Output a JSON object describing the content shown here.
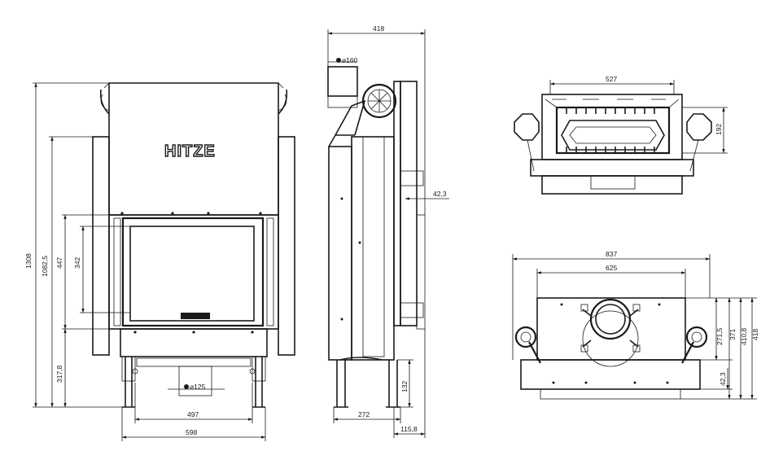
{
  "brand": "HITZE",
  "dimensions": {
    "front_total_height": "1308",
    "front_height_2": "1082,5",
    "front_height_3": "447",
    "front_glass_height": "342",
    "front_base_height": "317,8",
    "front_inner_width": "497",
    "front_total_width": "598",
    "front_flue": "⌀125",
    "side_total_depth": "418",
    "side_flue": "⌀160",
    "side_offset": "42,3",
    "side_depth_272": "272",
    "side_height_132": "132",
    "side_115": "115,8",
    "top_width_527": "527",
    "top_depth_192": "192",
    "plan_total_width": "837",
    "plan_width_625": "625",
    "plan_depth_271": "271,5",
    "plan_depth_371": "371",
    "plan_depth_410": "410,8",
    "plan_depth_418": "418",
    "plan_depth_42": "42,3"
  }
}
